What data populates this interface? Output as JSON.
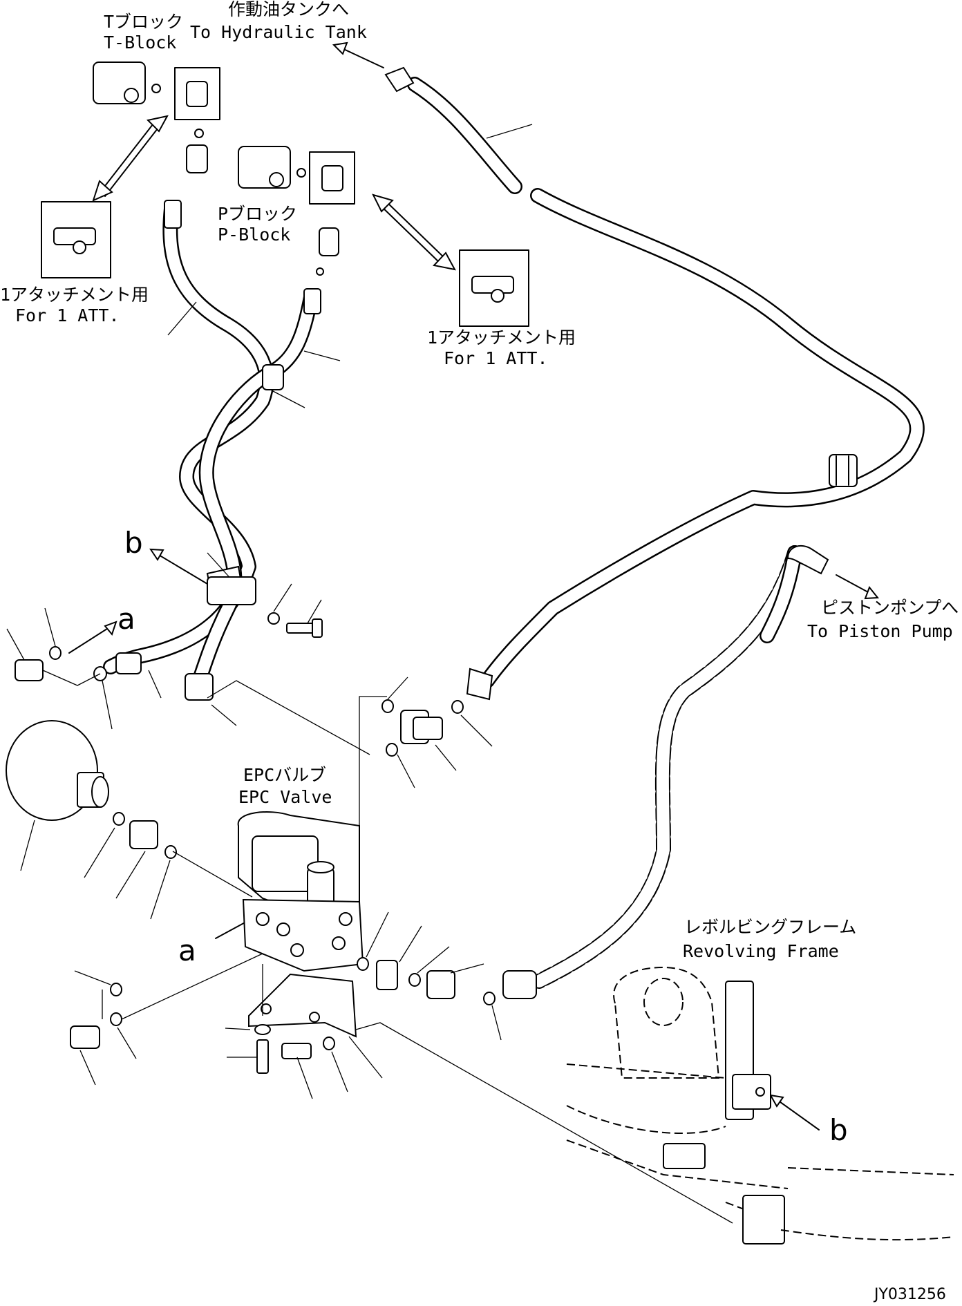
{
  "labels": {
    "t_block_jp": "Tブロック",
    "t_block_en": "T-Block",
    "tank_jp": "作動油タンクへ",
    "tank_en": "To Hydraulic Tank",
    "p_block_jp": "Pブロック",
    "p_block_en": "P-Block",
    "att_left_jp": "1アタッチメント用",
    "att_left_en": "For 1 ATT.",
    "att_right_jp": "1アタッチメント用",
    "att_right_en": "For 1 ATT.",
    "pump_jp": "ピストンポンプへ",
    "pump_en": "To Piston Pump",
    "epc_jp": "EPCバルブ",
    "epc_en": "EPC Valve",
    "frame_jp": "レボルビングフレーム",
    "frame_en": "Revolving Frame",
    "ref_a_top": "a",
    "ref_a_bottom": "a",
    "ref_b_top": "b",
    "ref_b_bottom": "b",
    "drawing_code": "JY031256"
  }
}
